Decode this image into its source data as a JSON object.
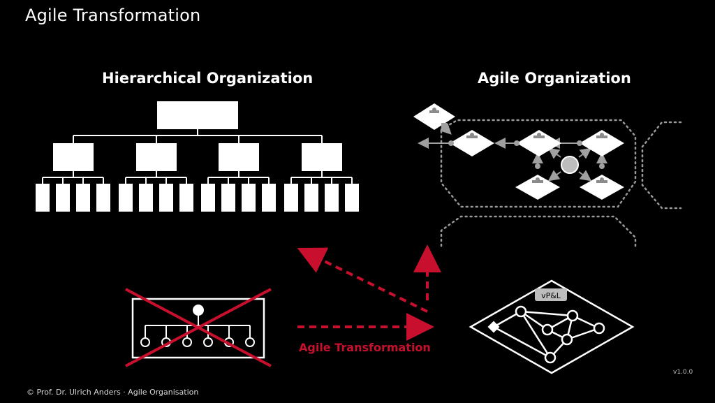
{
  "slide": {
    "title": "Agile Transformation",
    "footer": "© Prof. Dr. Ulrich Anders · Agile Organisation",
    "version": "v1.0.0"
  },
  "diagram": {
    "hierarchical_title": "Hierarchical Organization",
    "agile_title": "Agile Organization",
    "transformation_label": "Agile Transformation",
    "network_badge": "vP&L",
    "colors": {
      "background": "#000000",
      "foreground": "#ffffff",
      "accent": "#c8102e",
      "muted": "#8a8a8a"
    }
  }
}
